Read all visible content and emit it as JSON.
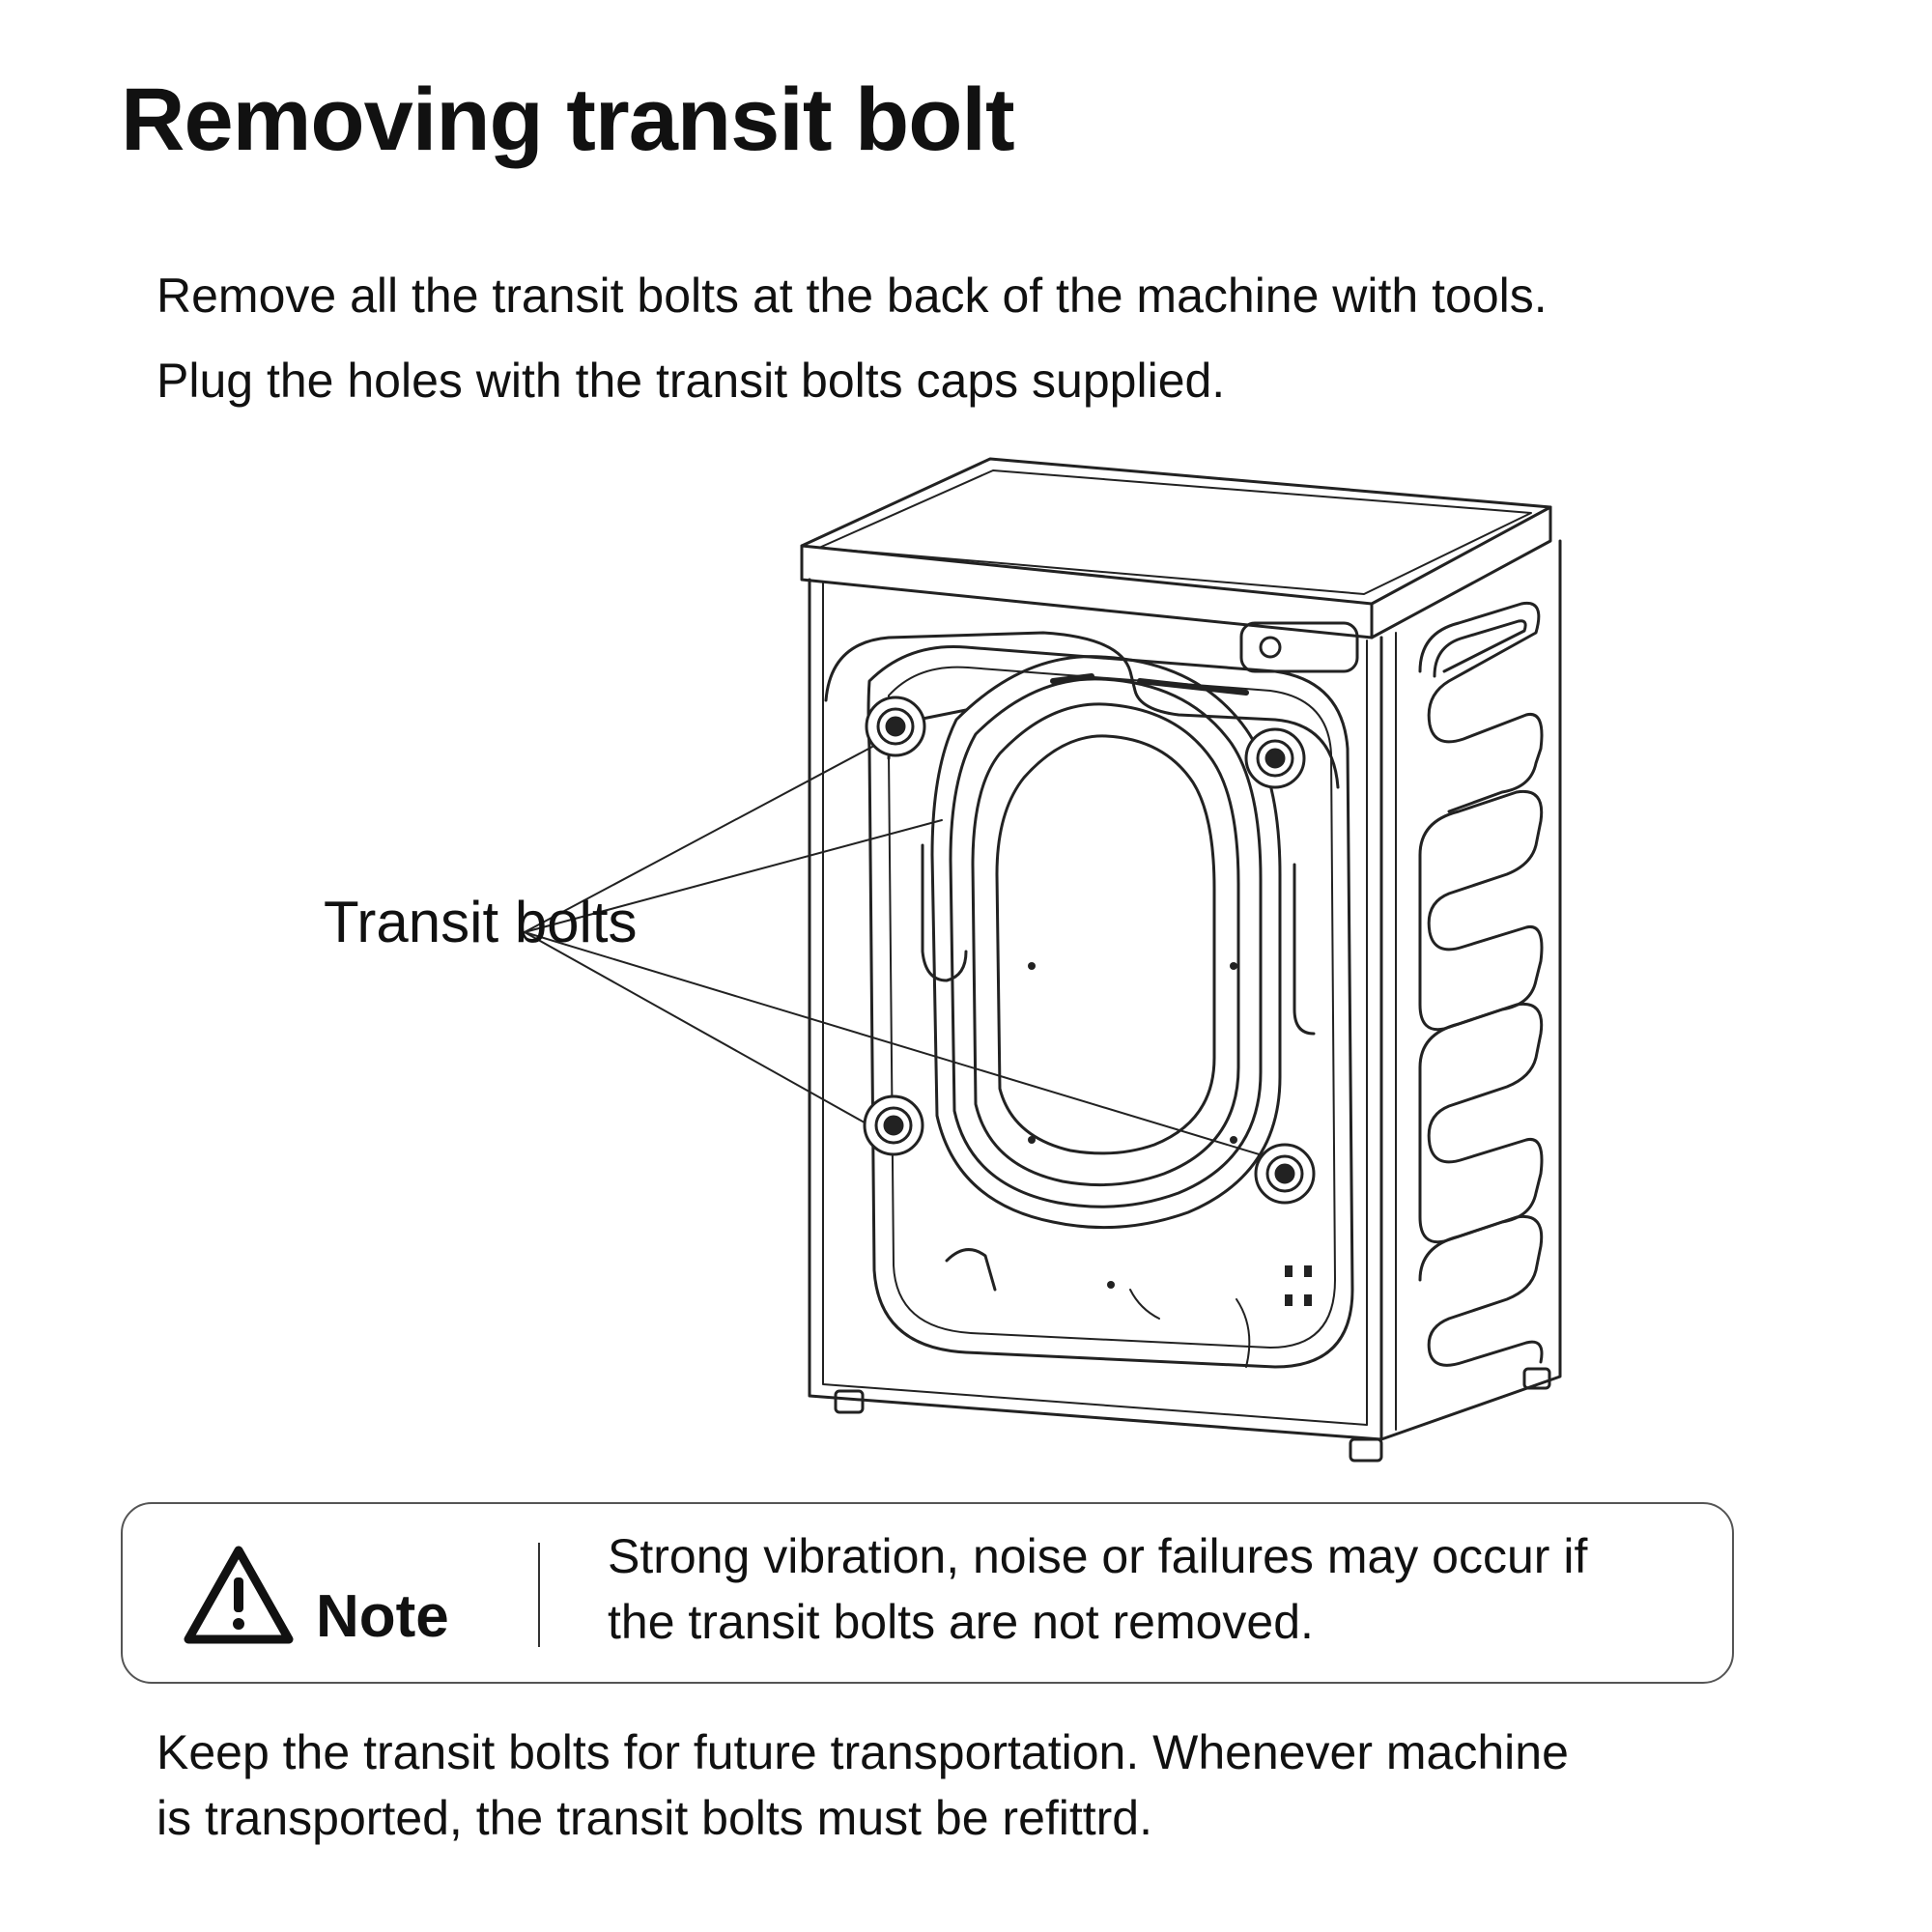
{
  "title": "Removing transit bolt",
  "intro": {
    "line1": "Remove all the transit bolts at the back of the machine with tools.",
    "line2": "Plug the holes with the transit bolts caps supplied."
  },
  "figure": {
    "callout_label": "Transit bolts",
    "bolt_count": 4
  },
  "note": {
    "icon": "warning-triangle-icon",
    "label": "Note",
    "line1": "Strong vibration, noise or failures may occur if",
    "line2": "the transit bolts are not removed."
  },
  "footer": {
    "line1": "Keep the transit bolts for future transportation. Whenever machine",
    "line2": "is transported, the transit bolts must be refittrd."
  }
}
